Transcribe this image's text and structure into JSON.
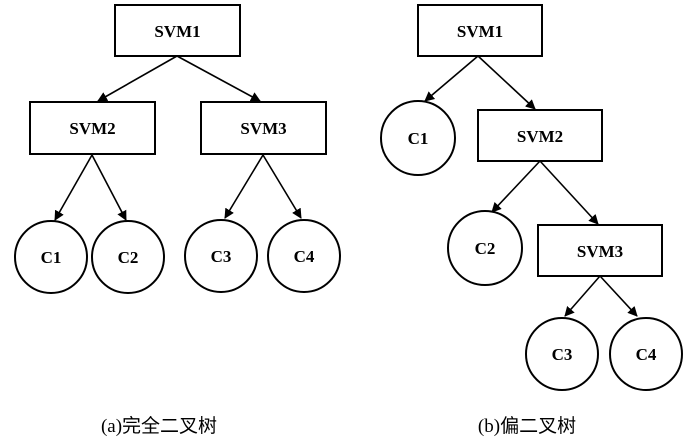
{
  "tree_a": {
    "caption": "(a)完全二叉树",
    "nodes": {
      "svm1": "SVM1",
      "svm2": "SVM2",
      "svm3": "SVM3",
      "c1": "C1",
      "c2": "C2",
      "c3": "C3",
      "c4": "C4"
    }
  },
  "tree_b": {
    "caption": "(b)偏二叉树",
    "nodes": {
      "svm1": "SVM1",
      "svm2": "SVM2",
      "svm3": "SVM3",
      "c1": "C1",
      "c2": "C2",
      "c3": "C3",
      "c4": "C4"
    }
  },
  "colors": {
    "stroke": "#000000",
    "background": "#ffffff"
  }
}
